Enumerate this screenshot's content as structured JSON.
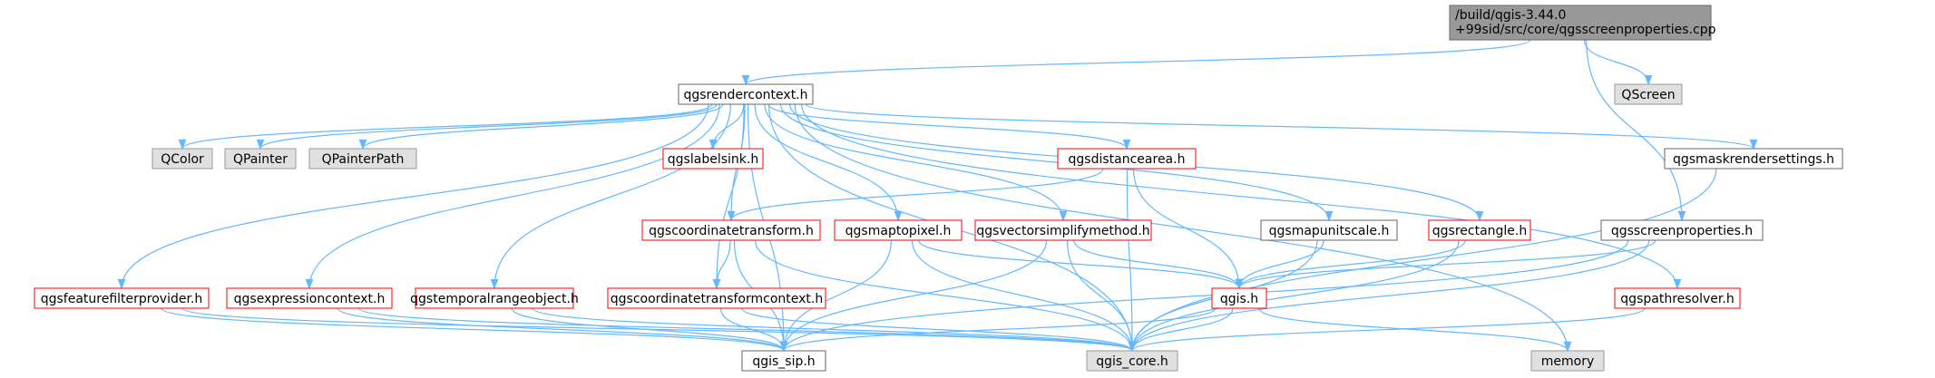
{
  "colors": {
    "edge": "#63b8ff",
    "root_fill": "#999999",
    "root_stroke": "#666666",
    "normal_fill": "#ffffff",
    "normal_stroke": "#666666",
    "red_stroke": "#ff0000",
    "external_fill": "#e0e0e0",
    "external_stroke": "#999999",
    "text": "#000000"
  },
  "nodes": [
    {
      "id": "root",
      "kind": "root",
      "lines": [
        "/build/qgis-3.44.0",
        "+99sid/src/core/qgsscreenproperties.cpp"
      ]
    },
    {
      "id": "qgsrendercontext",
      "kind": "normal",
      "lines": [
        "qgsrendercontext.h"
      ]
    },
    {
      "id": "QScreen",
      "kind": "external",
      "lines": [
        "QScreen"
      ]
    },
    {
      "id": "QColor",
      "kind": "external",
      "lines": [
        "QColor"
      ]
    },
    {
      "id": "QPainter",
      "kind": "external",
      "lines": [
        "QPainter"
      ]
    },
    {
      "id": "QPainterPath",
      "kind": "external",
      "lines": [
        "QPainterPath"
      ]
    },
    {
      "id": "qgslabelsink",
      "kind": "red",
      "lines": [
        "qgslabelsink.h"
      ]
    },
    {
      "id": "qgsdistancearea",
      "kind": "red",
      "lines": [
        "qgsdistancearea.h"
      ]
    },
    {
      "id": "qgsmaskrendersettings",
      "kind": "normal",
      "lines": [
        "qgsmaskrendersettings.h"
      ]
    },
    {
      "id": "qgscoordinatetransform",
      "kind": "red",
      "lines": [
        "qgscoordinatetransform.h"
      ]
    },
    {
      "id": "qgsmaptopixel",
      "kind": "red",
      "lines": [
        "qgsmaptopixel.h"
      ]
    },
    {
      "id": "qgsvectorsimplifymethod",
      "kind": "red",
      "lines": [
        "qgsvectorsimplifymethod.h"
      ]
    },
    {
      "id": "qgsmapunitscale",
      "kind": "normal",
      "lines": [
        "qgsmapunitscale.h"
      ]
    },
    {
      "id": "qgsrectangle",
      "kind": "red",
      "lines": [
        "qgsrectangle.h"
      ]
    },
    {
      "id": "qgsscreenproperties",
      "kind": "normal",
      "lines": [
        "qgsscreenproperties.h"
      ]
    },
    {
      "id": "qgsfeaturefilterprovider",
      "kind": "red",
      "lines": [
        "qgsfeaturefilterprovider.h"
      ]
    },
    {
      "id": "qgsexpressioncontext",
      "kind": "red",
      "lines": [
        "qgsexpressioncontext.h"
      ]
    },
    {
      "id": "qgstemporalrangeobject",
      "kind": "red",
      "lines": [
        "qgstemporalrangeobject.h"
      ]
    },
    {
      "id": "qgscoordinatetransformcontext",
      "kind": "red",
      "lines": [
        "qgscoordinatetransformcontext.h"
      ]
    },
    {
      "id": "qgis",
      "kind": "red",
      "lines": [
        "qgis.h"
      ]
    },
    {
      "id": "qgspathresolver",
      "kind": "red",
      "lines": [
        "qgspathresolver.h"
      ]
    },
    {
      "id": "qgis_sip",
      "kind": "normal",
      "lines": [
        "qgis_sip.h"
      ]
    },
    {
      "id": "qgis_core",
      "kind": "external",
      "lines": [
        "qgis_core.h"
      ]
    },
    {
      "id": "memory",
      "kind": "external",
      "lines": [
        "memory"
      ]
    }
  ],
  "edges": [
    [
      "root",
      "qgsrendercontext"
    ],
    [
      "root",
      "QScreen"
    ],
    [
      "root",
      "qgsscreenproperties"
    ],
    [
      "qgsrendercontext",
      "QColor"
    ],
    [
      "qgsrendercontext",
      "QPainter"
    ],
    [
      "qgsrendercontext",
      "QPainterPath"
    ],
    [
      "qgsrendercontext",
      "qgslabelsink"
    ],
    [
      "qgsrendercontext",
      "qgsdistancearea"
    ],
    [
      "qgsrendercontext",
      "qgsmaskrendersettings"
    ],
    [
      "qgsrendercontext",
      "qgscoordinatetransform"
    ],
    [
      "qgsrendercontext",
      "qgsmaptopixel"
    ],
    [
      "qgsrendercontext",
      "qgsvectorsimplifymethod"
    ],
    [
      "qgsrendercontext",
      "qgsmapunitscale"
    ],
    [
      "qgsrendercontext",
      "qgsrectangle"
    ],
    [
      "qgsrendercontext",
      "qgsfeaturefilterprovider"
    ],
    [
      "qgsrendercontext",
      "qgsexpressioncontext"
    ],
    [
      "qgsrendercontext",
      "qgstemporalrangeobject"
    ],
    [
      "qgsrendercontext",
      "qgscoordinatetransformcontext"
    ],
    [
      "qgsrendercontext",
      "qgspathresolver"
    ],
    [
      "qgsrendercontext",
      "qgis_sip"
    ],
    [
      "qgsrendercontext",
      "qgis_core"
    ],
    [
      "qgsrendercontext",
      "memory"
    ],
    [
      "qgsdistancearea",
      "qgscoordinatetransform"
    ],
    [
      "qgsdistancearea",
      "qgis"
    ],
    [
      "qgsdistancearea",
      "qgis_core"
    ],
    [
      "qgscoordinatetransform",
      "qgscoordinatetransformcontext"
    ],
    [
      "qgscoordinatetransform",
      "qgis_sip"
    ],
    [
      "qgscoordinatetransform",
      "qgis_core"
    ],
    [
      "qgsmaptopixel",
      "qgis_sip"
    ],
    [
      "qgsmaptopixel",
      "qgis"
    ],
    [
      "qgsmaptopixel",
      "qgis_core"
    ],
    [
      "qgsvectorsimplifymethod",
      "qgis"
    ],
    [
      "qgsvectorsimplifymethod",
      "qgis_sip"
    ],
    [
      "qgsvectorsimplifymethod",
      "qgis_core"
    ],
    [
      "qgsmapunitscale",
      "qgis"
    ],
    [
      "qgsmapunitscale",
      "qgis_core"
    ],
    [
      "qgsrectangle",
      "qgis"
    ],
    [
      "qgsrectangle",
      "qgis_core"
    ],
    [
      "qgsscreenproperties",
      "qgis"
    ],
    [
      "qgsscreenproperties",
      "qgis_sip"
    ],
    [
      "qgsscreenproperties",
      "qgis_core"
    ],
    [
      "qgsmaskrendersettings",
      "qgis_core"
    ],
    [
      "qgsfeaturefilterprovider",
      "qgis_sip"
    ],
    [
      "qgsfeaturefilterprovider",
      "qgis_core"
    ],
    [
      "qgsexpressioncontext",
      "qgis_sip"
    ],
    [
      "qgsexpressioncontext",
      "qgis_core"
    ],
    [
      "qgstemporalrangeobject",
      "qgis_sip"
    ],
    [
      "qgstemporalrangeobject",
      "qgis_core"
    ],
    [
      "qgscoordinatetransformcontext",
      "qgis_sip"
    ],
    [
      "qgscoordinatetransformcontext",
      "qgis_core"
    ],
    [
      "qgis",
      "qgis_sip"
    ],
    [
      "qgis",
      "qgis_core"
    ],
    [
      "qgis",
      "memory"
    ],
    [
      "qgspathresolver",
      "qgis_core"
    ]
  ]
}
